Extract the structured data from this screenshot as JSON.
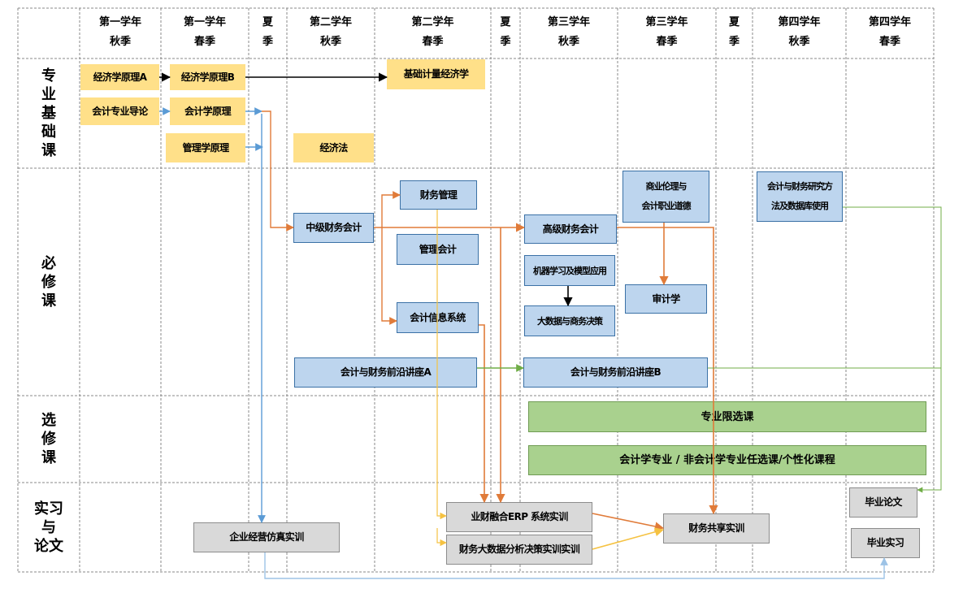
{
  "header": {
    "columns": [
      {
        "line1": "第一学年",
        "line2": "秋季"
      },
      {
        "line1": "第一学年",
        "line2": "春季"
      },
      {
        "line1": "夏",
        "line2": "季"
      },
      {
        "line1": "第二学年",
        "line2": "秋季"
      },
      {
        "line1": "第二学年",
        "line2": "春季"
      },
      {
        "line1": "夏",
        "line2": "季"
      },
      {
        "line1": "第三学年",
        "line2": "秋季"
      },
      {
        "line1": "第三学年",
        "line2": "春季"
      },
      {
        "line1": "夏",
        "line2": "季"
      },
      {
        "line1": "第四学年",
        "line2": "秋季"
      },
      {
        "line1": "第四学年",
        "line2": "春季"
      }
    ]
  },
  "rows": {
    "foundation": "专\n业\n基\n础\n课",
    "required": "必\n修\n课",
    "elective": "选\n修\n课",
    "practice": "实习\n与\n论文"
  },
  "courses": {
    "econ_a": "经济学原理A",
    "econ_b": "经济学原理B",
    "intro_acc": "会计专业导论",
    "acc_principles": "会计学原理",
    "mgmt_principles": "管理学原理",
    "econometrics": "基础计量经济学",
    "econ_law": "经济法",
    "fin_mgmt": "财务管理",
    "mgmt_acc": "管理会计",
    "ais": "会计信息系统",
    "inter_acc": "中级财务会计",
    "lecture_a": "会计与财务前沿讲座A",
    "adv_acc": "高级财务会计",
    "ml": "机器学习及模型应用",
    "bigdata_decision": "大数据与商务决策",
    "lecture_b": "会计与财务前沿讲座B",
    "ethics_line1": "商业伦理与",
    "ethics_line2": "会计职业道德",
    "audit": "审计学",
    "research_line1": "会计与财务研究方",
    "research_line2": "法及数据库使用",
    "restricted_elective": "专业限选课",
    "free_elective": "会计学专业 / 非会计学专业任选课/个性化课程",
    "sim": "企业经营仿真实训",
    "erp": "业财融合ERP 系统实训",
    "bigdata_lab": "财务大数据分析决策实训实训",
    "shared_service": "财务共享实训",
    "thesis": "毕业论文",
    "internship": "毕业实习"
  },
  "colors": {
    "yellow_box": "#ffe089",
    "blue_box": "#bdd5ee",
    "blue_border": "#3b71a6",
    "green_box": "#a9d18e",
    "gray_box": "#d9d9d9",
    "arrow_black": "#000000",
    "arrow_orange": "#e07b39",
    "arrow_blue": "#5b9bd5",
    "arrow_lightblue": "#9dc3e6",
    "arrow_yellow": "#f5c242",
    "arrow_green": "#70ad47",
    "grid_line": "#8a8a8a"
  }
}
